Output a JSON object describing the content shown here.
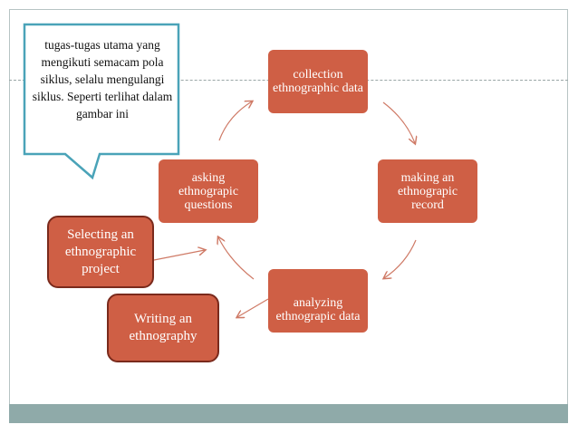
{
  "callout": {
    "text": "tugas-tugas utama yang mengikuti semacam pola siklus, selalu mengulangi siklus. Seperti terlihat dalam gambar ini"
  },
  "cycle": [
    {
      "id": "collection",
      "label": "collection ethnographic data"
    },
    {
      "id": "record",
      "label": "making an ethnograpic record"
    },
    {
      "id": "analyzing",
      "label": "analyzing ethnograpic data"
    },
    {
      "id": "asking",
      "label": "asking ethnograpic questions"
    }
  ],
  "side": {
    "selecting": "Selecting an ethnographic project",
    "writing": "Writing an ethnography"
  },
  "colors": {
    "node_fill": "#cf5f45",
    "arrow": "#cf7a66",
    "side_border": "#7a2a1c",
    "callout_border": "#4aa3b8",
    "footer": "#8faaa9"
  }
}
